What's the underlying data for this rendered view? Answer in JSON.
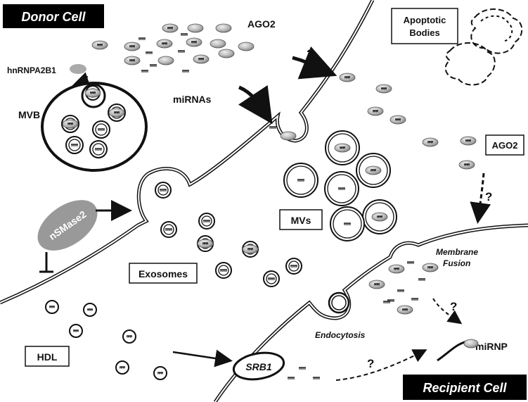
{
  "labels": {
    "donor_cell": "Donor Cell",
    "recipient_cell": "Recipient Cell",
    "ago2_top": "AGO2",
    "ago2_box": "AGO2",
    "hnrnpa2b1": "hnRNPA2B1",
    "mvb": "MVB",
    "mirnas": "miRNAs",
    "apoptotic_line1": "Apoptotic",
    "apoptotic_line2": "Bodies",
    "mvs": "MVs",
    "exosomes": "Exosomes",
    "nsmase2": "nSMase2",
    "hdl": "HDL",
    "srb1": "SRB1",
    "membrane_line1": "Membrane",
    "membrane_line2": "Fusion",
    "endocytosis": "Endocytosis",
    "mirnp": "miRNP",
    "q_top": "?",
    "q_right": "?",
    "q_mirnp": "?",
    "q_srb1": "?"
  },
  "colors": {
    "ago2_fill": "#b8b8b8",
    "nsmase2_fill": "#999999",
    "label_box_fill": "#000000",
    "label_box_text": "#ffffff",
    "ink": "#111111"
  },
  "icons": {
    "mirna": "mirna-comb-glyph",
    "ago2": "grey-ellipse",
    "exosome": "double-ring-vesicle",
    "hdl": "small-ring-particle"
  }
}
